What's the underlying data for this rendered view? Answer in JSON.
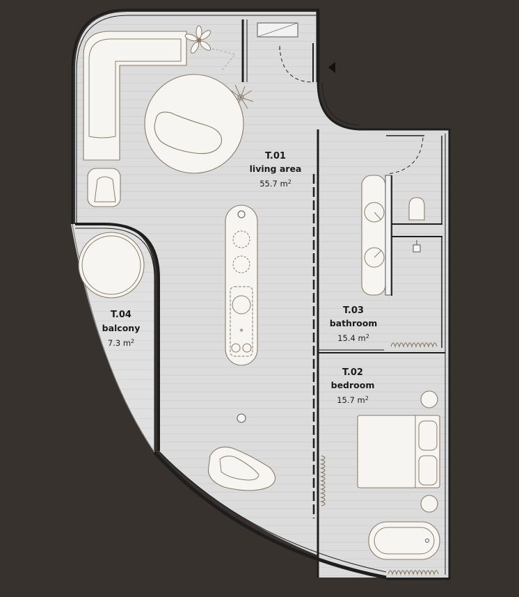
{
  "rooms": [
    {
      "id": "living",
      "code": "T.01",
      "name": "living area",
      "area_value": "55.7",
      "area_unit": "m"
    },
    {
      "id": "bedroom",
      "code": "T.02",
      "name": "bedroom",
      "area_value": "15.7",
      "area_unit": "m"
    },
    {
      "id": "bathroom",
      "code": "T.03",
      "name": "bathroom",
      "area_value": "15.4",
      "area_unit": "m"
    },
    {
      "id": "balcony",
      "code": "T.04",
      "name": "balcony",
      "area_value": "7.3",
      "area_unit": "m"
    }
  ],
  "area_superscript": "2",
  "colors": {
    "background": "#38322e",
    "floor": "#dcdcdc",
    "wall": "#1e1e1e",
    "furniture_fill": "#f6f5f2",
    "furniture_stroke": "#8a7b66"
  }
}
